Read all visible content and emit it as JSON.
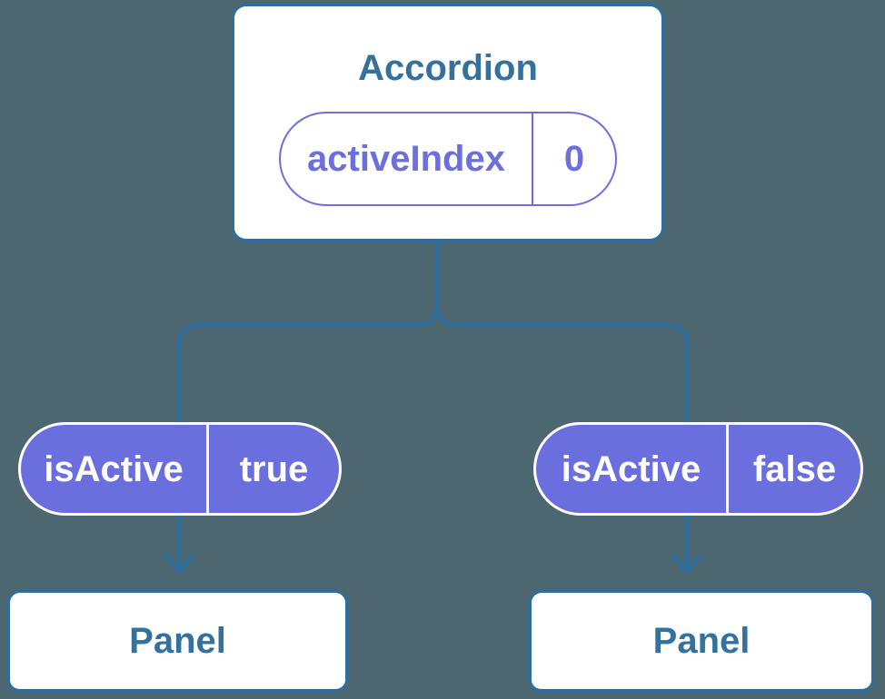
{
  "colors": {
    "background": "#4D6771",
    "line-blue": "#2D6E9E",
    "text-blue": "#33719E",
    "purple-outline": "#6B70DE",
    "purple-fill": "#6B6FDD"
  },
  "tree": {
    "root": {
      "title": "Accordion",
      "state": {
        "name": "activeIndex",
        "value": "0"
      }
    },
    "children": [
      {
        "prop_name": "isActive",
        "prop_value": "true",
        "label": "Panel"
      },
      {
        "prop_name": "isActive",
        "prop_value": "false",
        "label": "Panel"
      }
    ]
  }
}
